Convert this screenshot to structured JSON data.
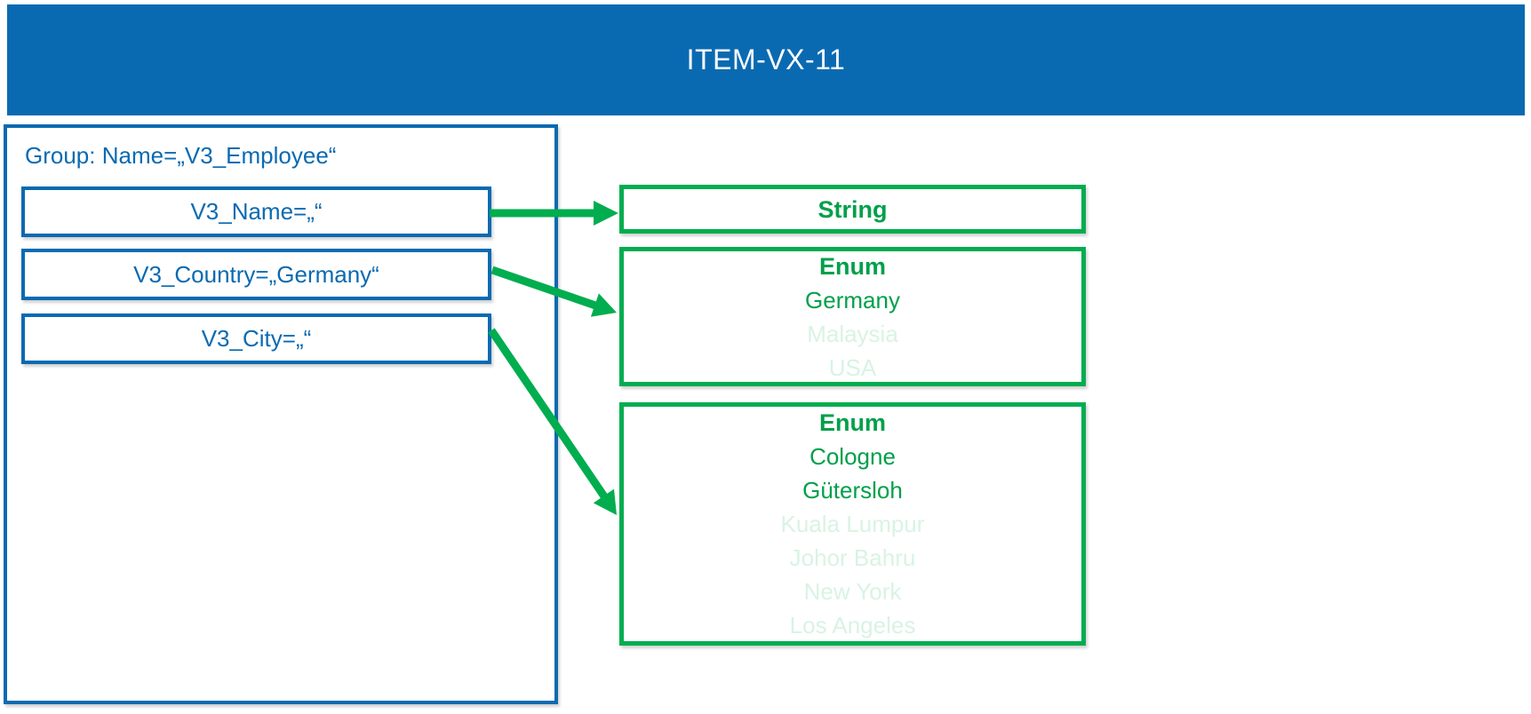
{
  "header": {
    "title": "ITEM-VX-11"
  },
  "group": {
    "label": "Group: Name=„V3_Employee“",
    "fields": [
      {
        "label": "V3_Name=„“"
      },
      {
        "label": "V3_Country=„Germany“"
      },
      {
        "label": "V3_City=„“"
      }
    ]
  },
  "types": [
    {
      "title": "String",
      "options": []
    },
    {
      "title": "Enum",
      "options": [
        {
          "label": "Germany",
          "active": true
        },
        {
          "label": "Malaysia",
          "active": false
        },
        {
          "label": "USA",
          "active": false
        }
      ]
    },
    {
      "title": "Enum",
      "options": [
        {
          "label": "Cologne",
          "active": true
        },
        {
          "label": "Gütersloh",
          "active": true
        },
        {
          "label": "Kuala Lumpur",
          "active": false
        },
        {
          "label": "Johor Bahru",
          "active": false
        },
        {
          "label": "New York",
          "active": false
        },
        {
          "label": "Los Angeles",
          "active": false
        }
      ]
    }
  ],
  "mappings": [
    {
      "from": "V3_Name",
      "to": "String"
    },
    {
      "from": "V3_Country",
      "to": "Enum (countries)"
    },
    {
      "from": "V3_City",
      "to": "Enum (cities)"
    }
  ],
  "colors": {
    "header_blue": "#0a6ab1",
    "border_blue": "#0a6ab1",
    "text_blue": "#0a6ab1",
    "green": "#00ad4f",
    "green_text": "#00a04a",
    "faded_green": "#d9f3e4",
    "title_text": "#ffffff",
    "background": "#ffffff"
  }
}
